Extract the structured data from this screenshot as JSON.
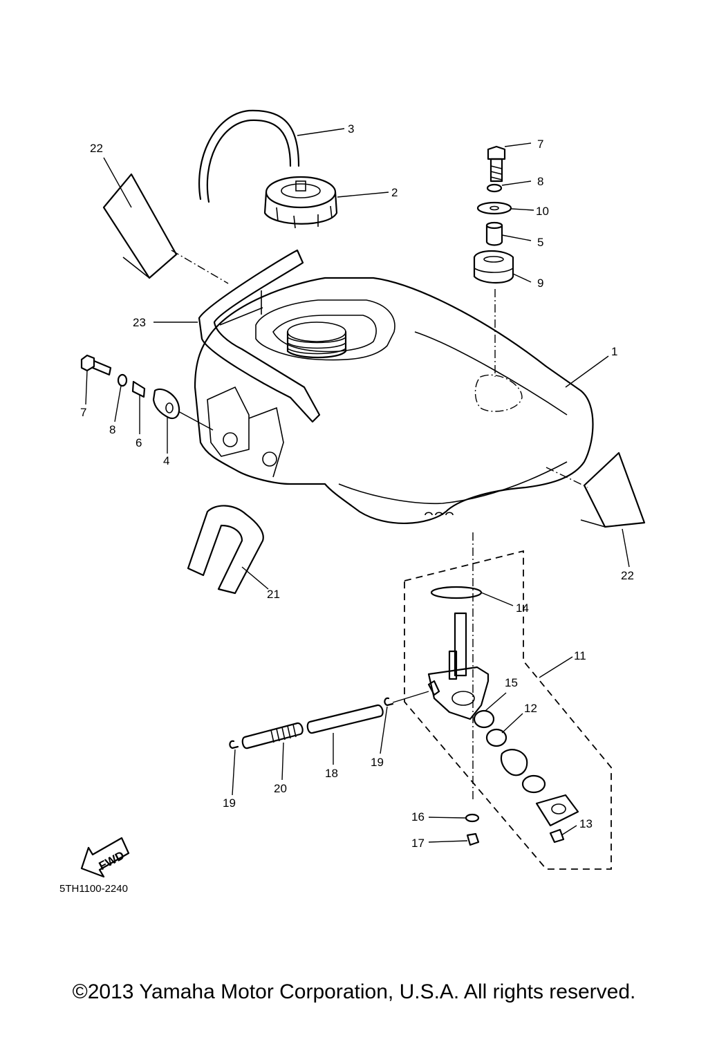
{
  "diagram_code": "5TH1100-2240",
  "fwd_label": "FWD",
  "copyright": "©2013 Yamaha Motor Corporation, U.S.A. All rights reserved.",
  "callouts": [
    {
      "id": "c1",
      "text": "1"
    },
    {
      "id": "c2",
      "text": "2"
    },
    {
      "id": "c3",
      "text": "3"
    },
    {
      "id": "c4",
      "text": "4"
    },
    {
      "id": "c5",
      "text": "5"
    },
    {
      "id": "c6",
      "text": "6"
    },
    {
      "id": "c7a",
      "text": "7"
    },
    {
      "id": "c7b",
      "text": "7"
    },
    {
      "id": "c8a",
      "text": "8"
    },
    {
      "id": "c8b",
      "text": "8"
    },
    {
      "id": "c9",
      "text": "9"
    },
    {
      "id": "c10",
      "text": "10"
    },
    {
      "id": "c11",
      "text": "11"
    },
    {
      "id": "c12",
      "text": "12"
    },
    {
      "id": "c13",
      "text": "13"
    },
    {
      "id": "c14",
      "text": "14"
    },
    {
      "id": "c15",
      "text": "15"
    },
    {
      "id": "c16",
      "text": "16"
    },
    {
      "id": "c17",
      "text": "17"
    },
    {
      "id": "c18",
      "text": "18"
    },
    {
      "id": "c19a",
      "text": "19"
    },
    {
      "id": "c19b",
      "text": "19"
    },
    {
      "id": "c20",
      "text": "20"
    },
    {
      "id": "c21",
      "text": "21"
    },
    {
      "id": "c22a",
      "text": "22"
    },
    {
      "id": "c22b",
      "text": "22"
    },
    {
      "id": "c23",
      "text": "23"
    }
  ]
}
